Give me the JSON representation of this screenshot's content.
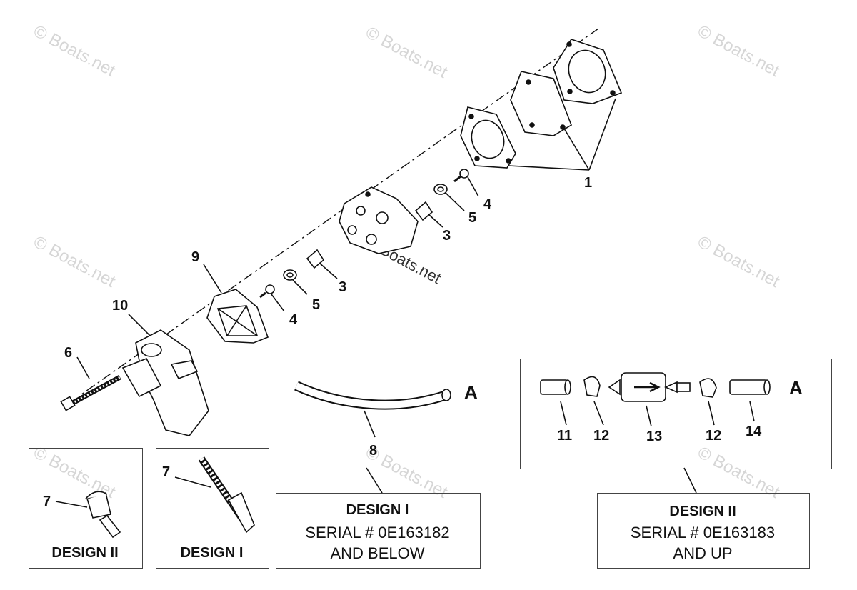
{
  "watermark": "© Boats.net",
  "callouts": {
    "c1": "1",
    "c3a": "3",
    "c3b": "3",
    "c4a": "4",
    "c4b": "4",
    "c5a": "5",
    "c5b": "5",
    "c6": "6",
    "c7a": "7",
    "c7b": "7",
    "c8": "8",
    "c9": "9",
    "c10": "10",
    "c11": "11",
    "c12a": "12",
    "c12b": "12",
    "c13": "13",
    "c14": "14",
    "connA1": "A",
    "connA2": "A"
  },
  "labels": {
    "design2_small": "DESIGN II",
    "design1_small": "DESIGN I",
    "design1_title": "DESIGN I",
    "design1_serial": "SERIAL # 0E163182",
    "design1_range": "AND BELOW",
    "design2_title": "DESIGN II",
    "design2_serial": "SERIAL # 0E163183",
    "design2_range": "AND UP"
  }
}
